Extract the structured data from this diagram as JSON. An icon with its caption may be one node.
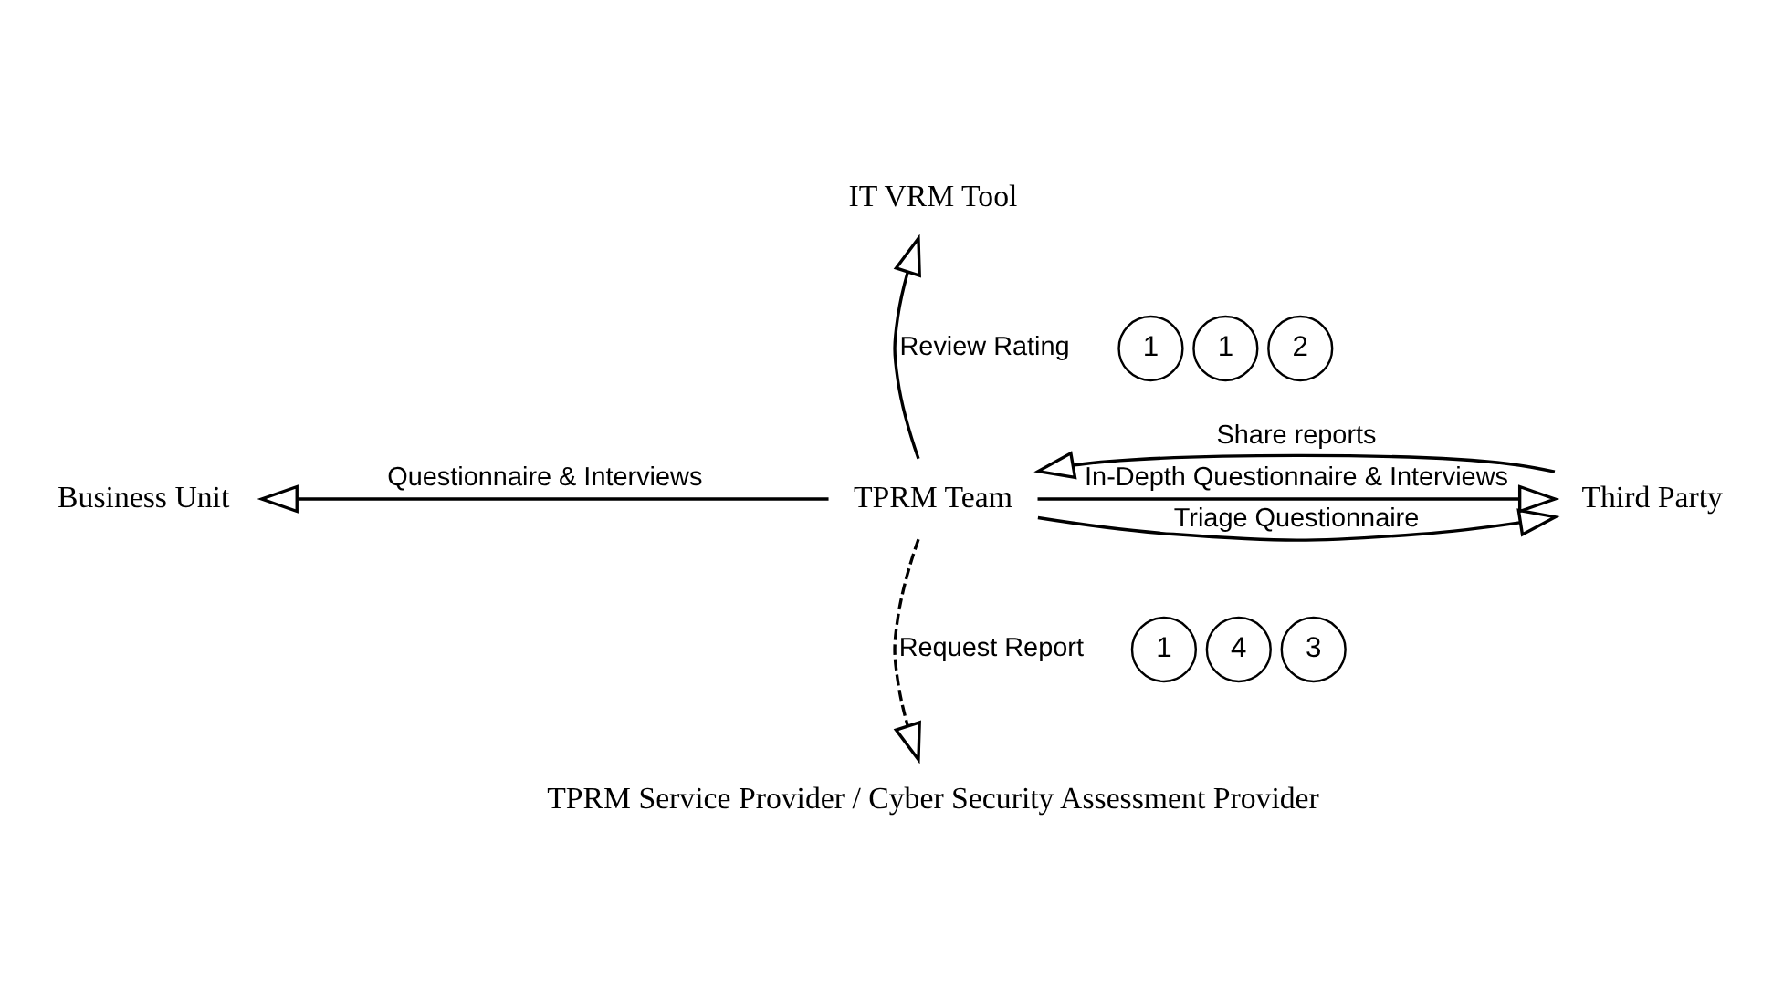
{
  "diagram": {
    "nodes": [
      {
        "text": [
          "IT VRM Tool"
        ]
      },
      {
        "text": [
          "1"
        ]
      },
      {
        "text": [
          "1"
        ]
      },
      {
        "text": [
          "2"
        ]
      },
      {
        "text": [
          "Business Unit"
        ]
      },
      {
        "text": [
          "TPRM Team"
        ]
      },
      {
        "text": [
          "Third Party"
        ]
      },
      {
        "text": [
          "1"
        ]
      },
      {
        "text": [
          "4"
        ]
      },
      {
        "text": [
          "3"
        ]
      },
      {
        "text": [
          "TPRM Service Provider / Cyber Security Assessment Provider"
        ]
      }
    ],
    "edges": [
      {
        "from": 5,
        "to": 0,
        "arrow": "to",
        "label": "Review Rating"
      },
      {
        "from": 5,
        "to": 4,
        "arrow": "to",
        "label": "Questionnaire & Interviews"
      },
      {
        "from": 5,
        "to": 6,
        "arrow": "to",
        "label": "Triage Questionnaire"
      },
      {
        "from": 5,
        "to": 6,
        "arrow": "to",
        "label": "In-Depth Questionnaire & Interviews"
      },
      {
        "from": 6,
        "to": 5,
        "arrow": "to",
        "label": "Share reports"
      },
      {
        "from": 5,
        "to": 10,
        "arrow": "to",
        "label": "Request Report",
        "style": "dashed"
      }
    ]
  }
}
